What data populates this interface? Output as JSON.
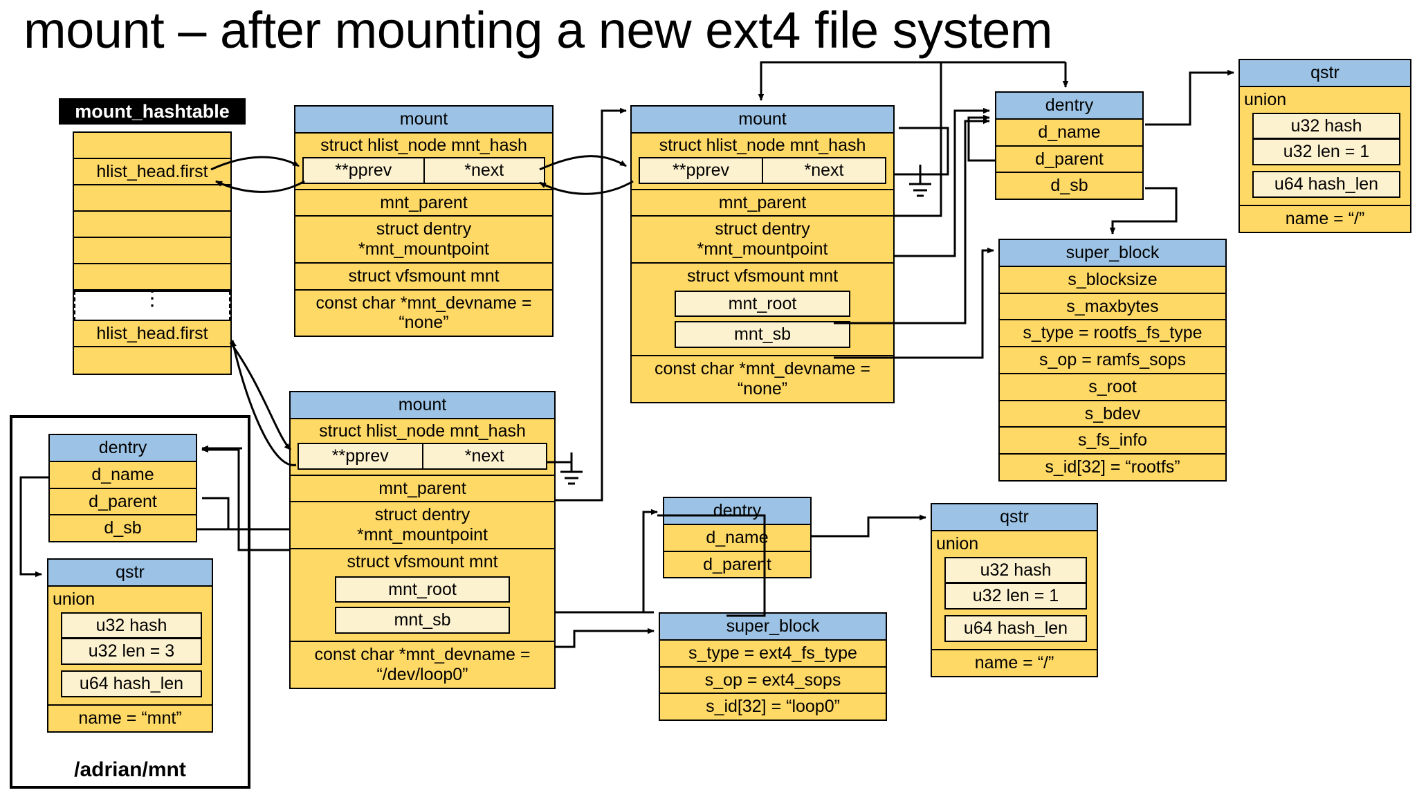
{
  "title": "mount – after mounting a new ext4 file system",
  "colors": {
    "header_blue": "#9cc3e5",
    "body_yellow": "#ffd966",
    "inner_cream": "#fdf2d0",
    "line": "#000000",
    "label_bg": "#000000",
    "label_fg": "#ffffff"
  },
  "hashtable": {
    "label": "mount_hashtable",
    "rows": [
      {
        "text": ""
      },
      {
        "text": "hlist_head.first"
      },
      {
        "text": ""
      },
      {
        "text": ""
      },
      {
        "text": ""
      },
      {
        "text": ""
      },
      {
        "text": "⋮",
        "kind": "ellipsis"
      },
      {
        "text": "hlist_head.first"
      },
      {
        "text": ""
      }
    ]
  },
  "group_adrian": {
    "label": "/adrian/mnt"
  },
  "boxes": {
    "mount_rootfs": {
      "title": "mount",
      "hlist_label": "struct hlist_node mnt_hash",
      "pprev": "**pprev",
      "next": "*next",
      "mnt_parent": "mnt_parent",
      "mnt_mountpoint": "struct dentry\n*mnt_mountpoint",
      "mnt_mountpoint_l1": "struct dentry",
      "mnt_mountpoint_l2": "*mnt_mountpoint",
      "vfsmount": "struct vfsmount mnt",
      "devname_l1": "const char *mnt_devname =",
      "devname_l2": "“none”"
    },
    "mount_rootfs2": {
      "title": "mount",
      "hlist_label": "struct hlist_node mnt_hash",
      "pprev": "**pprev",
      "next": "*next",
      "mnt_parent": "mnt_parent",
      "mnt_mountpoint_l1": "struct dentry",
      "mnt_mountpoint_l2": "*mnt_mountpoint",
      "vfsmount": "struct vfsmount mnt",
      "mnt_root": "mnt_root",
      "mnt_sb": "mnt_sb",
      "devname_l1": "const char *mnt_devname =",
      "devname_l2": "“none”"
    },
    "mount_ext4": {
      "title": "mount",
      "hlist_label": "struct hlist_node mnt_hash",
      "pprev": "**pprev",
      "next": "*next",
      "mnt_parent": "mnt_parent",
      "mnt_mountpoint_l1": "struct dentry",
      "mnt_mountpoint_l2": "*mnt_mountpoint",
      "vfsmount": "struct vfsmount mnt",
      "mnt_root": "mnt_root",
      "mnt_sb": "mnt_sb",
      "devname_l1": "const char *mnt_devname =",
      "devname_l2": "“/dev/loop0”"
    },
    "dentry_root": {
      "title": "dentry",
      "d_name": "d_name",
      "d_parent": "d_parent",
      "d_sb": "d_sb"
    },
    "dentry_mnt": {
      "title": "dentry",
      "d_name": "d_name",
      "d_parent": "d_parent",
      "d_sb": "d_sb"
    },
    "dentry_ext4_root": {
      "title": "dentry",
      "d_name": "d_name",
      "d_parent": "d_parent"
    },
    "qstr_root": {
      "title": "qstr",
      "union": "union",
      "hash": "u32  hash",
      "len": "u32 len = 1",
      "hash_len": "u64 hash_len",
      "name": "name = “/”"
    },
    "qstr_mnt": {
      "title": "qstr",
      "union": "union",
      "hash": "u32  hash",
      "len": "u32 len = 3",
      "hash_len": "u64 hash_len",
      "name": "name = “mnt”"
    },
    "qstr_ext4": {
      "title": "qstr",
      "union": "union",
      "hash": "u32  hash",
      "len": "u32 len = 1",
      "hash_len": "u64 hash_len",
      "name": "name = “/”"
    },
    "super_rootfs": {
      "title": "super_block",
      "s_blocksize": "s_blocksize",
      "s_maxbytes": "s_maxbytes",
      "s_type": "s_type = rootfs_fs_type",
      "s_op": "s_op = ramfs_sops",
      "s_root": "s_root",
      "s_bdev": "s_bdev",
      "s_fs_info": "s_fs_info",
      "s_id": "s_id[32] = “rootfs”"
    },
    "super_ext4": {
      "title": "super_block",
      "s_type": "s_type = ext4_fs_type",
      "s_op": "s_op = ext4_sops",
      "s_id": "s_id[32] = “loop0”"
    }
  }
}
